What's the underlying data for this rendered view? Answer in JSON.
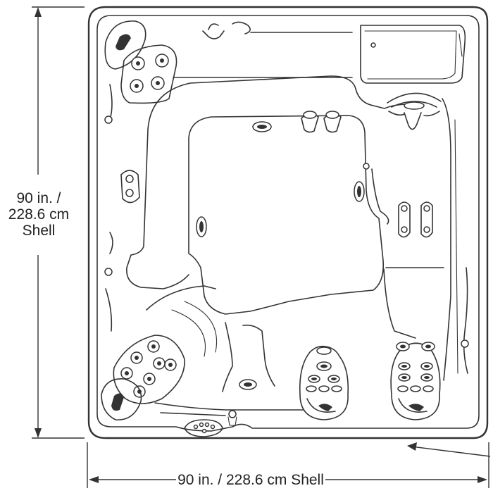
{
  "dimensions": {
    "height_label": [
      "90 in. /",
      "228.6 cm",
      "Shell"
    ],
    "width_label": "90 in. / 228.6 cm Shell"
  },
  "colors": {
    "line": "#333333",
    "background": "#ffffff"
  },
  "icons": {
    "pillow": "headrest-pillow-icon",
    "jet": "spa-jet-icon",
    "control": "control-panel-icon",
    "filter": "filter-compartment-icon",
    "arrow": "arrow-left-icon"
  }
}
